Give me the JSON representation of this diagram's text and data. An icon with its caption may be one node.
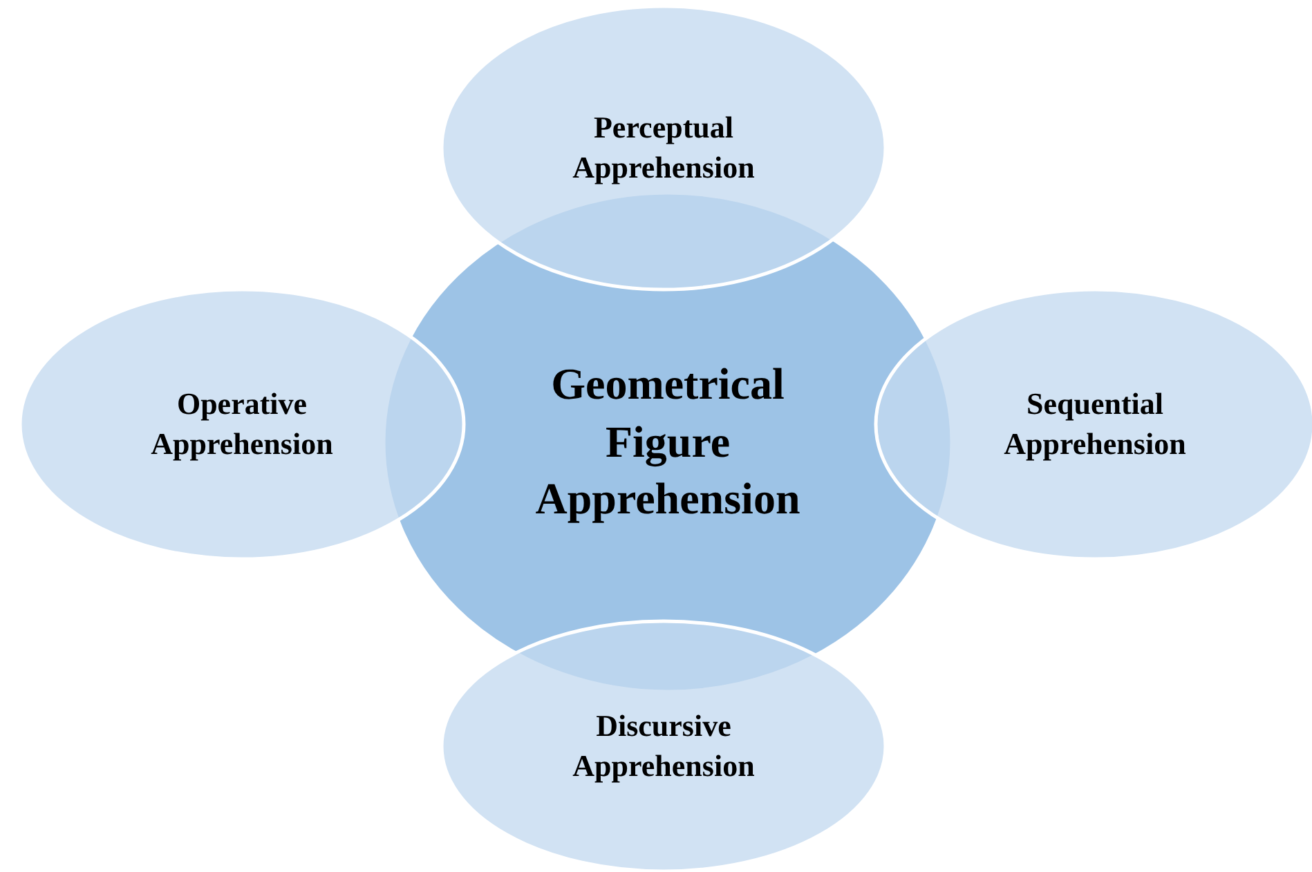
{
  "diagram": {
    "nodes": [
      {
        "text": [
          "Perceptual Apprehension"
        ]
      },
      {
        "text": [
          "Operative Apprehension"
        ]
      },
      {
        "text": [
          "Geometrical Figure Apprehension"
        ]
      },
      {
        "text": [
          "Sequential Apprehension"
        ]
      },
      {
        "text": [
          "Discursive Apprehension"
        ]
      }
    ]
  }
}
